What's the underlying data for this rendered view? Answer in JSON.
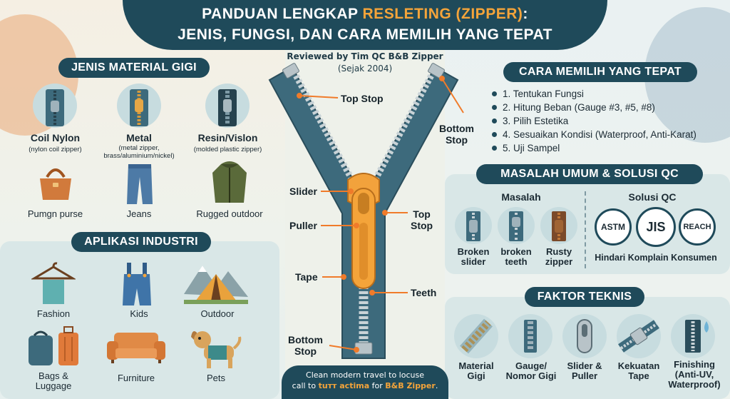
{
  "header": {
    "title_line1_pre": "PANDUAN LENGKAP ",
    "title_line1_hl": "RESLETING (ZIPPER)",
    "title_line1_post": ":",
    "title_line2": "JENIS, FUNGSI, DAN CARA MEMILIH YANG TEPAT",
    "reviewed_line1": "Reviewed by Tim QC B&B Zipper",
    "reviewed_line2": "(Sejak 2004)"
  },
  "material": {
    "heading": "JENIS MATERIAL GIGI",
    "items": [
      {
        "name": "Coil Nylon",
        "sub": "(nylon coil zipper)",
        "icon": "coil-nylon-zipper-icon"
      },
      {
        "name": "Metal",
        "sub": "(metal zipper,\nbrass/aluminium/nickel)",
        "icon": "metal-zipper-icon"
      },
      {
        "name": "Resin/Vislon",
        "sub": "(molded plastic zipper)",
        "icon": "resin-zipper-icon"
      }
    ],
    "products": [
      {
        "label": "Pumgn purse",
        "icon": "purse-icon"
      },
      {
        "label": "Jeans",
        "icon": "jeans-icon"
      },
      {
        "label": "Rugged outdoor",
        "icon": "jacket-icon"
      }
    ]
  },
  "industry": {
    "heading": "APLIKASI INDUSTRI",
    "items": [
      {
        "label": "Fashion",
        "icon": "hanger-icon"
      },
      {
        "label": "Kids",
        "icon": "overalls-icon"
      },
      {
        "label": "Outdoor",
        "icon": "tent-icon"
      },
      {
        "label": "Bags &\nLuggage",
        "icon": "luggage-icon"
      },
      {
        "label": "Furniture",
        "icon": "sofa-icon"
      },
      {
        "label": "Pets",
        "icon": "dog-icon"
      }
    ]
  },
  "zipper": {
    "labels": {
      "top_stop": "Top Stop",
      "bottom_stop_right": "Bottom\nStop",
      "slider": "Slider",
      "puller": "Puller",
      "top_stop_right": "Top\nStop",
      "tape": "Tape",
      "teeth": "Teeth",
      "bottom_stop": "Bottom\nStop"
    }
  },
  "choose": {
    "heading": "CARA MEMILIH YANG TEPAT",
    "steps": [
      "1. Tentukan Fungsi",
      "2. Hitung Beban (Gauge #3, #5, #8)",
      "3. Pilih Estetika",
      "4. Sesuaikan Kondisi (Waterproof, Anti-Karat)",
      "5. Uji Sampel"
    ]
  },
  "qc": {
    "heading": "MASALAH UMUM & SOLUSI QC",
    "problems_title": "Masalah",
    "solutions_title": "Solusi QC",
    "problems": [
      {
        "label": "Broken\nslider",
        "icon": "broken-slider-icon"
      },
      {
        "label": "broken\nteeth",
        "icon": "broken-teeth-icon"
      },
      {
        "label": "Rusty\nzipper",
        "icon": "rusty-zipper-icon"
      }
    ],
    "standards": [
      "ASTM",
      "JIS",
      "REACH"
    ],
    "note": "Hindari Komplain Konsumen"
  },
  "technical": {
    "heading": "FAKTOR TEKNIS",
    "items": [
      {
        "label": "Material\nGigi",
        "icon": "material-teeth-icon"
      },
      {
        "label": "Gauge/\nNomor Gigi",
        "icon": "gauge-icon"
      },
      {
        "label": "Slider &\nPuller",
        "icon": "slider-puller-icon"
      },
      {
        "label": "Kekuatan\nTape",
        "icon": "tape-strength-icon"
      },
      {
        "label": "Finishing\n(Anti-UV,\nWaterproof)",
        "icon": "finishing-icon"
      }
    ]
  },
  "footer": {
    "line1": "Clean modern travel to locuse",
    "line2_pre": "call to ",
    "line2_hl1": "tuтт actima",
    "line2_mid": " for ",
    "line2_hl2": "B&B Zipper",
    "line2_post": "."
  },
  "colors": {
    "navy": "#1f4a5a",
    "orange": "#f4a43a",
    "tape": "#3d6a7c",
    "panel": "#d9e7e7"
  }
}
